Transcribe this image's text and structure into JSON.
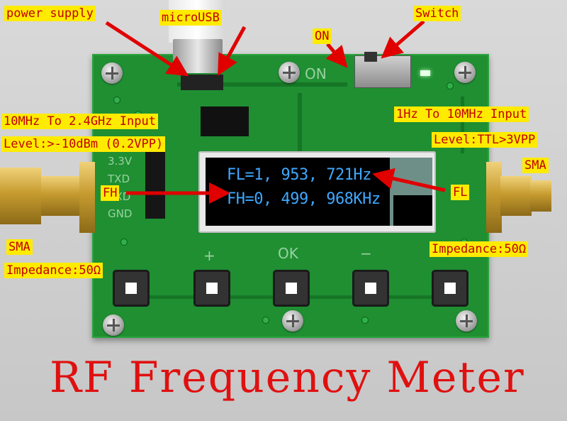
{
  "labels": {
    "power_supply": "power supply",
    "micro_usb": "microUSB",
    "on": "ON",
    "switch": "Switch",
    "input_high": "10MHz To 2.4GHz Input",
    "level_high": "Level:>-10dBm (0.2VPP)",
    "input_low": "1Hz To 10MHz Input",
    "level_low": "Level:TTL>3VPP",
    "sma_right": "SMA",
    "sma_left": "SMA",
    "fh": "FH",
    "fl": "FL",
    "impedance_left": "Impedance:50Ω",
    "impedance_right": "Impedance:50Ω"
  },
  "display": {
    "line1": "FL=1, 953, 721Hz",
    "line2": "FH=0, 499, 968KHz"
  },
  "silkscreen": {
    "on": "ON",
    "plus": "+",
    "ok": "OK",
    "minus": "−",
    "pin_33v": "3.3V",
    "pin_txd": "TXD",
    "pin_rxd": "RXD",
    "pin_gnd": "GND"
  },
  "title": "RF Frequency Meter",
  "colors": {
    "label_bg": "#ffeb00",
    "label_text": "#c00000",
    "arrow": "#e00000",
    "oled_text": "#3ea8ff",
    "pcb": "#1f8f32"
  }
}
